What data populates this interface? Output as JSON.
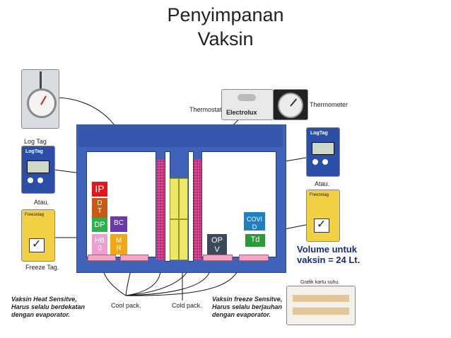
{
  "title": {
    "line1": "Penyimpanan",
    "line2": "Vaksin"
  },
  "device_labels": {
    "log_tag": "Log Tag",
    "thermostat": "Thermostat",
    "thermometer": "Thermometer",
    "atau_left": "Atau.",
    "atau_right": "Atau.",
    "freeze_tag": "Freeze Tag.",
    "grafik": "Grafik kartu suhu.",
    "brand": "Electrolux",
    "logtag_screen_brand": "LogTag",
    "freezetag_screen_brand": "Freezetag"
  },
  "pack_labels": {
    "cool_pack": "Cool pack.",
    "cold_pack": "Cold pack."
  },
  "notes": {
    "heat_sensitive": [
      "Vaksin Heat Sensitve,",
      "Harus selalu berdekatan",
      "dengan evaporator."
    ],
    "freeze_sensitive": [
      "Vaksin freeze Sensitve,",
      "Harus selalu berjauhan",
      "dengan evaporator."
    ]
  },
  "volume": [
    "Volume untuk",
    "vaksin = 24 Lt."
  ],
  "vaccine_chips": {
    "ip": "IP",
    "dt": "DT",
    "dpt": "DP",
    "bcg": "BC",
    "hb0": "HB0",
    "mr": "MR",
    "covid": "COVID",
    "td": "Td",
    "opv": "OPV"
  },
  "colors": {
    "cabinet": "#3f63b8",
    "cabinet_dark": "#2e4f9e",
    "compartment": "#ffffff",
    "evaporator": "#d6468f",
    "cold_pack": "#ece96a",
    "shelf_pad": "#f2a7c4",
    "chip_ip": "#e8141c",
    "chip_dt": "#c85a16",
    "chip_dpt": "#2bb24a",
    "chip_bcg": "#6a3aa6",
    "chip_hb0": "#ee9fd2",
    "chip_mr": "#f0a812",
    "chip_covid": "#1f7fc0",
    "chip_td": "#2a9a3a",
    "chip_opv": "#3a4a5a"
  }
}
